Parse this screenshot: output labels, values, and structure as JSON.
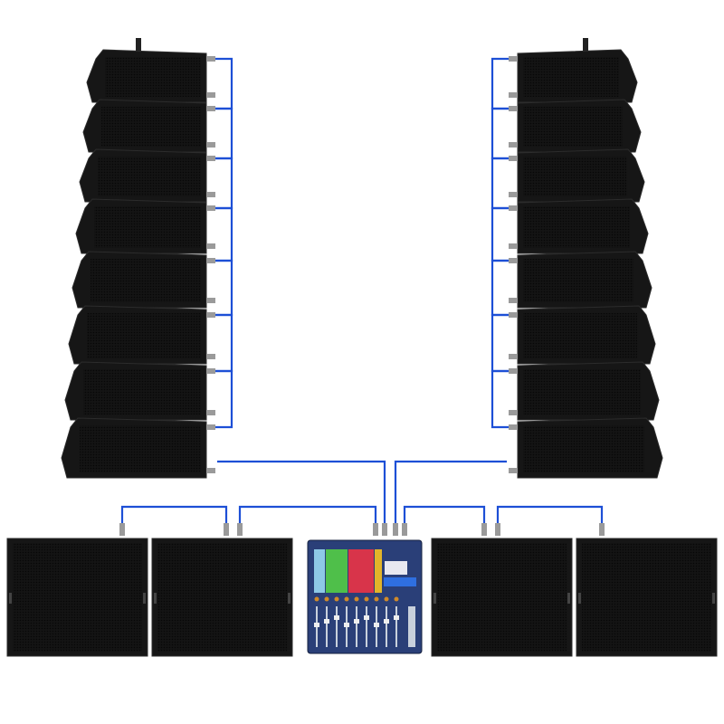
{
  "scene": {
    "left_array_cabinets": 8,
    "right_array_cabinets": 8,
    "subwoofers": 4,
    "mixer_count": 1
  },
  "colors": {
    "background": "#ffffff",
    "cabinet": "#161616",
    "cabinet_edge": "#2c2c2c",
    "grille": "#0c0c0c",
    "cable": "#1d4fd6",
    "connector": "#9a9a9a",
    "mixer_body": "#2a3f78",
    "mixer_green": "#4fbf4a",
    "mixer_red": "#d8344a",
    "mixer_yellow": "#e2b42a",
    "mixer_blue": "#2f6fe0",
    "mixer_lightblue": "#8ec9e6"
  }
}
